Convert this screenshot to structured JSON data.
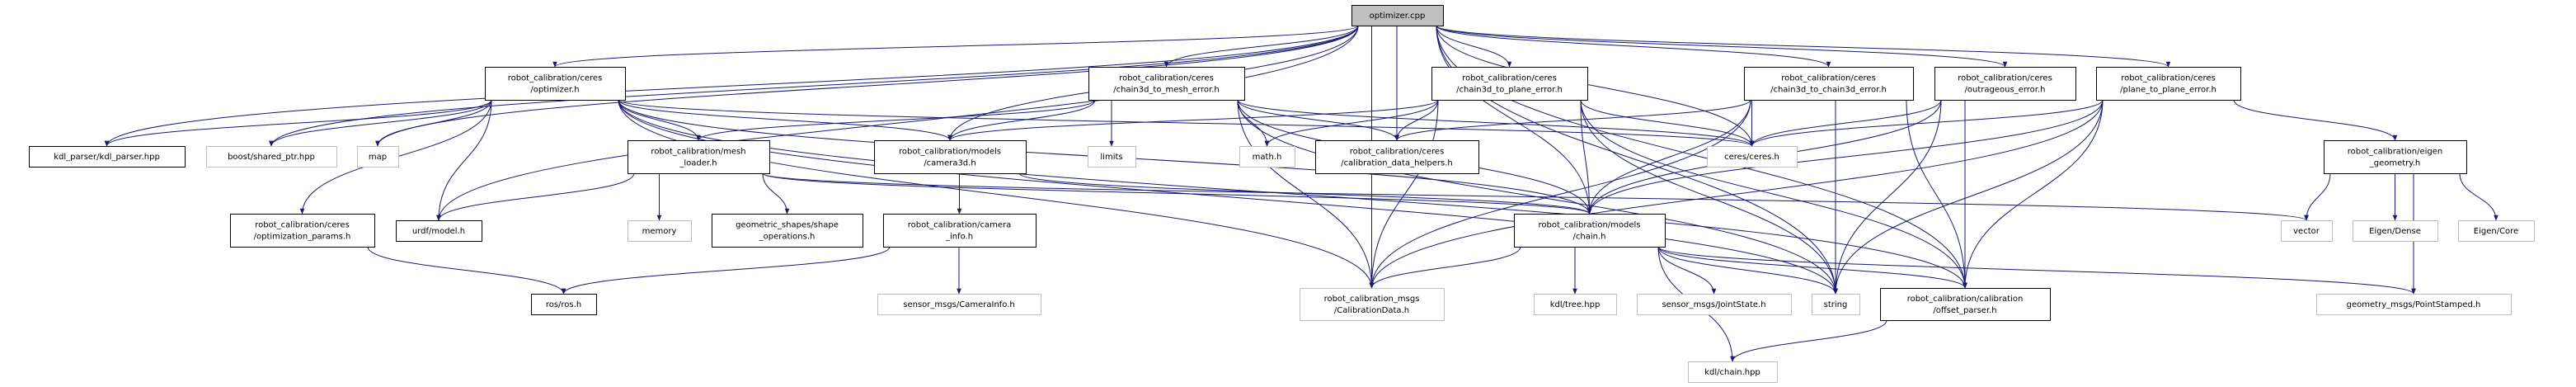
{
  "colors": {
    "edge": "#191970",
    "root_fill": "#bfbfbf",
    "documented_border": "#000000",
    "external_border": "#bfbfbf"
  },
  "nodes": {
    "root": {
      "lines": [
        "optimizer.cpp"
      ],
      "kind": "root"
    },
    "optimizer_h": {
      "lines": [
        "robot_calibration/ceres",
        "/optimizer.h"
      ],
      "kind": "doc"
    },
    "c3d_mesh": {
      "lines": [
        "robot_calibration/ceres",
        "/chain3d_to_mesh_error.h"
      ],
      "kind": "doc"
    },
    "c3d_plane": {
      "lines": [
        "robot_calibration/ceres",
        "/chain3d_to_plane_error.h"
      ],
      "kind": "doc"
    },
    "c3d_c3d": {
      "lines": [
        "robot_calibration/ceres",
        "/chain3d_to_chain3d_error.h"
      ],
      "kind": "doc"
    },
    "outrageous": {
      "lines": [
        "robot_calibration/ceres",
        "/outrageous_error.h"
      ],
      "kind": "doc"
    },
    "p2p": {
      "lines": [
        "robot_calibration/ceres",
        "/plane_to_plane_error.h"
      ],
      "kind": "doc"
    },
    "kdl_parser": {
      "lines": [
        "kdl_parser/kdl_parser.hpp"
      ],
      "kind": "doc"
    },
    "boost": {
      "lines": [
        "boost/shared_ptr.hpp"
      ],
      "kind": "ext"
    },
    "map": {
      "lines": [
        "map"
      ],
      "kind": "ext"
    },
    "mesh_loader": {
      "lines": [
        "robot_calibration/mesh",
        "_loader.h"
      ],
      "kind": "doc"
    },
    "camera3d": {
      "lines": [
        "robot_calibration/models",
        "/camera3d.h"
      ],
      "kind": "doc"
    },
    "limits": {
      "lines": [
        "limits"
      ],
      "kind": "ext"
    },
    "math": {
      "lines": [
        "math.h"
      ],
      "kind": "ext"
    },
    "cdh": {
      "lines": [
        "robot_calibration/ceres",
        "/calibration_data_helpers.h"
      ],
      "kind": "doc"
    },
    "ceres": {
      "lines": [
        "ceres/ceres.h"
      ],
      "kind": "ext"
    },
    "eigen_geom": {
      "lines": [
        "robot_calibration/eigen",
        "_geometry.h"
      ],
      "kind": "doc"
    },
    "opt_params": {
      "lines": [
        "robot_calibration/ceres",
        "/optimization_params.h"
      ],
      "kind": "doc"
    },
    "urdf": {
      "lines": [
        "urdf/model.h"
      ],
      "kind": "doc"
    },
    "memory": {
      "lines": [
        "memory"
      ],
      "kind": "ext"
    },
    "geom_shapes": {
      "lines": [
        "geometric_shapes/shape",
        "_operations.h"
      ],
      "kind": "doc"
    },
    "camera_info": {
      "lines": [
        "robot_calibration/camera",
        "_info.h"
      ],
      "kind": "doc"
    },
    "chain_h": {
      "lines": [
        "robot_calibration/models",
        "/chain.h"
      ],
      "kind": "doc"
    },
    "vector": {
      "lines": [
        "vector"
      ],
      "kind": "ext"
    },
    "eigen_dense": {
      "lines": [
        "Eigen/Dense"
      ],
      "kind": "ext"
    },
    "eigen_core": {
      "lines": [
        "Eigen/Core"
      ],
      "kind": "ext"
    },
    "ros": {
      "lines": [
        "ros/ros.h"
      ],
      "kind": "doc"
    },
    "cam_info_msg": {
      "lines": [
        "sensor_msgs/CameraInfo.h"
      ],
      "kind": "ext"
    },
    "calib_data": {
      "lines": [
        "robot_calibration_msgs",
        "/CalibrationData.h"
      ],
      "kind": "ext"
    },
    "kdl_tree": {
      "lines": [
        "kdl/tree.hpp"
      ],
      "kind": "ext"
    },
    "joint_state": {
      "lines": [
        "sensor_msgs/JointState.h"
      ],
      "kind": "ext"
    },
    "string": {
      "lines": [
        "string"
      ],
      "kind": "ext"
    },
    "offset_parser": {
      "lines": [
        "robot_calibration/calibration",
        "/offset_parser.h"
      ],
      "kind": "doc"
    },
    "point_stamped": {
      "lines": [
        "geometry_msgs/PointStamped.h"
      ],
      "kind": "ext"
    },
    "kdl_chain": {
      "lines": [
        "kdl/chain.hpp"
      ],
      "kind": "ext"
    }
  },
  "edges": [
    [
      "root",
      "optimizer_h"
    ],
    [
      "root",
      "c3d_mesh"
    ],
    [
      "root",
      "c3d_plane"
    ],
    [
      "root",
      "c3d_c3d"
    ],
    [
      "root",
      "outrageous"
    ],
    [
      "root",
      "p2p"
    ],
    [
      "root",
      "kdl_parser"
    ],
    [
      "root",
      "boost"
    ],
    [
      "root",
      "map"
    ],
    [
      "root",
      "urdf"
    ],
    [
      "root",
      "camera3d"
    ],
    [
      "root",
      "cdh"
    ],
    [
      "root",
      "ceres"
    ],
    [
      "root",
      "chain_h"
    ],
    [
      "root",
      "calib_data"
    ],
    [
      "root",
      "string"
    ],
    [
      "root",
      "offset_parser"
    ],
    [
      "optimizer_h",
      "kdl_parser"
    ],
    [
      "optimizer_h",
      "boost"
    ],
    [
      "optimizer_h",
      "map"
    ],
    [
      "optimizer_h",
      "mesh_loader"
    ],
    [
      "optimizer_h",
      "opt_params"
    ],
    [
      "optimizer_h",
      "urdf"
    ],
    [
      "optimizer_h",
      "camera3d"
    ],
    [
      "optimizer_h",
      "ceres"
    ],
    [
      "optimizer_h",
      "chain_h"
    ],
    [
      "optimizer_h",
      "calib_data"
    ],
    [
      "optimizer_h",
      "string"
    ],
    [
      "optimizer_h",
      "offset_parser"
    ],
    [
      "mesh_loader",
      "urdf"
    ],
    [
      "mesh_loader",
      "memory"
    ],
    [
      "mesh_loader",
      "geom_shapes"
    ],
    [
      "mesh_loader",
      "chain_h"
    ],
    [
      "mesh_loader",
      "vector"
    ],
    [
      "opt_params",
      "ros"
    ],
    [
      "camera_info",
      "ros"
    ],
    [
      "camera_info",
      "cam_info_msg"
    ],
    [
      "camera3d",
      "camera_info"
    ],
    [
      "camera3d",
      "chain_h"
    ],
    [
      "c3d_mesh",
      "camera3d"
    ],
    [
      "c3d_mesh",
      "limits"
    ],
    [
      "c3d_mesh",
      "math"
    ],
    [
      "c3d_mesh",
      "cdh"
    ],
    [
      "c3d_mesh",
      "mesh_loader"
    ],
    [
      "c3d_mesh",
      "chain_h"
    ],
    [
      "c3d_mesh",
      "ceres"
    ],
    [
      "c3d_mesh",
      "calib_data"
    ],
    [
      "c3d_mesh",
      "string"
    ],
    [
      "c3d_plane",
      "camera3d"
    ],
    [
      "c3d_plane",
      "math"
    ],
    [
      "c3d_plane",
      "cdh"
    ],
    [
      "c3d_plane",
      "ceres"
    ],
    [
      "c3d_plane",
      "chain_h"
    ],
    [
      "c3d_plane",
      "calib_data"
    ],
    [
      "c3d_plane",
      "string"
    ],
    [
      "c3d_plane",
      "offset_parser"
    ],
    [
      "cdh",
      "calib_data"
    ],
    [
      "chain_h",
      "calib_data"
    ],
    [
      "chain_h",
      "kdl_tree"
    ],
    [
      "chain_h",
      "joint_state"
    ],
    [
      "chain_h",
      "string"
    ],
    [
      "chain_h",
      "offset_parser"
    ],
    [
      "chain_h",
      "kdl_chain"
    ],
    [
      "chain_h",
      "point_stamped"
    ],
    [
      "c3d_c3d",
      "ceres"
    ],
    [
      "c3d_c3d",
      "cdh"
    ],
    [
      "c3d_c3d",
      "chain_h"
    ],
    [
      "c3d_c3d",
      "string"
    ],
    [
      "c3d_c3d",
      "offset_parser"
    ],
    [
      "c3d_c3d",
      "calib_data"
    ],
    [
      "outrageous",
      "ceres"
    ],
    [
      "outrageous",
      "chain_h"
    ],
    [
      "outrageous",
      "string"
    ],
    [
      "outrageous",
      "offset_parser"
    ],
    [
      "p2p",
      "ceres"
    ],
    [
      "p2p",
      "eigen_geom"
    ],
    [
      "p2p",
      "chain_h"
    ],
    [
      "p2p",
      "string"
    ],
    [
      "p2p",
      "offset_parser"
    ],
    [
      "p2p",
      "calib_data"
    ],
    [
      "eigen_geom",
      "vector"
    ],
    [
      "eigen_geom",
      "eigen_dense"
    ],
    [
      "eigen_geom",
      "eigen_core"
    ],
    [
      "eigen_geom",
      "point_stamped"
    ],
    [
      "offset_parser",
      "kdl_chain"
    ]
  ]
}
